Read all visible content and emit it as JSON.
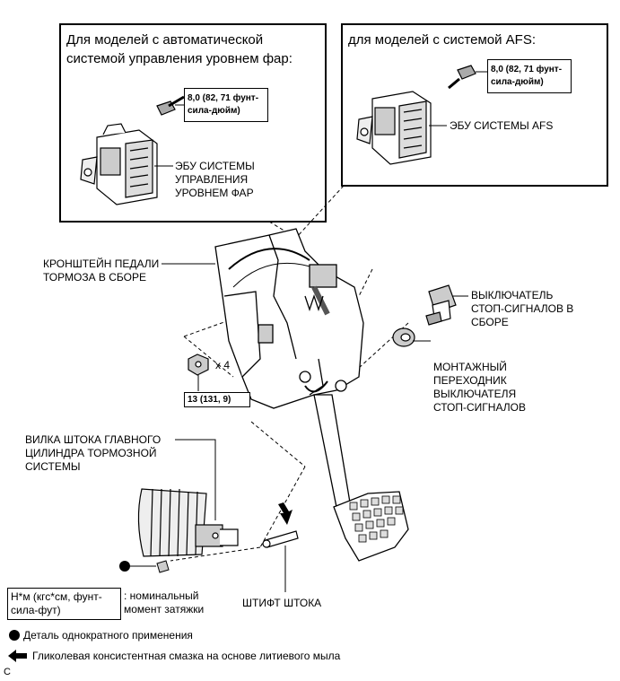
{
  "insets": {
    "left_title_1": "Для моделей с автоматической",
    "left_title_2": "системой управления уровнем фар:",
    "right_title": "для моделей с системой AFS:",
    "left_torque_1": "8,0 (82, 71 фунт-",
    "left_torque_2": "сила-дюйм)",
    "right_torque_1": "8,0 (82, 71 фунт-",
    "right_torque_2": "сила-дюйм)",
    "left_ecu_1": "ЭБУ СИСТЕМЫ",
    "left_ecu_2": "УПРАВЛЕНИЯ",
    "left_ecu_3": "УРОВНЕМ ФАР",
    "right_ecu": "ЭБУ СИСТЕМЫ AFS"
  },
  "labels": {
    "bracket_1": "КРОНШТЕЙН ПЕДАЛИ",
    "bracket_2": "ТОРМОЗА В СБОРЕ",
    "switch_1": "ВЫКЛЮЧАТЕЛЬ",
    "switch_2": "СТОП-СИГНАЛОВ В",
    "switch_3": "СБОРЕ",
    "adapter_1": "МОНТАЖНЫЙ",
    "adapter_2": "ПЕРЕХОДНИК",
    "adapter_3": "ВЫКЛЮЧАТЕЛЯ",
    "adapter_4": "СТОП-СИГНАЛОВ",
    "nut_count": "x 4",
    "nut_torque": "13 (131, 9)",
    "clevis_1": "ВИЛКА ШТОКА ГЛАВНОГО",
    "clevis_2": "ЦИЛИНДРА ТОРМОЗНОЙ",
    "clevis_3": "СИСТЕМЫ",
    "pin": "ШТИФТ ШТОКА"
  },
  "legend": {
    "unit_1": "Н*м (кгс*см, фунт-",
    "unit_2": "сила-фут)",
    "unit_desc_1": ": номинальный",
    "unit_desc_2": "момент затяжки",
    "non_reusable": "Деталь однократного применения",
    "grease": "Гликолевая консистентная смазка на основе литиевого мыла",
    "corner": "C"
  }
}
